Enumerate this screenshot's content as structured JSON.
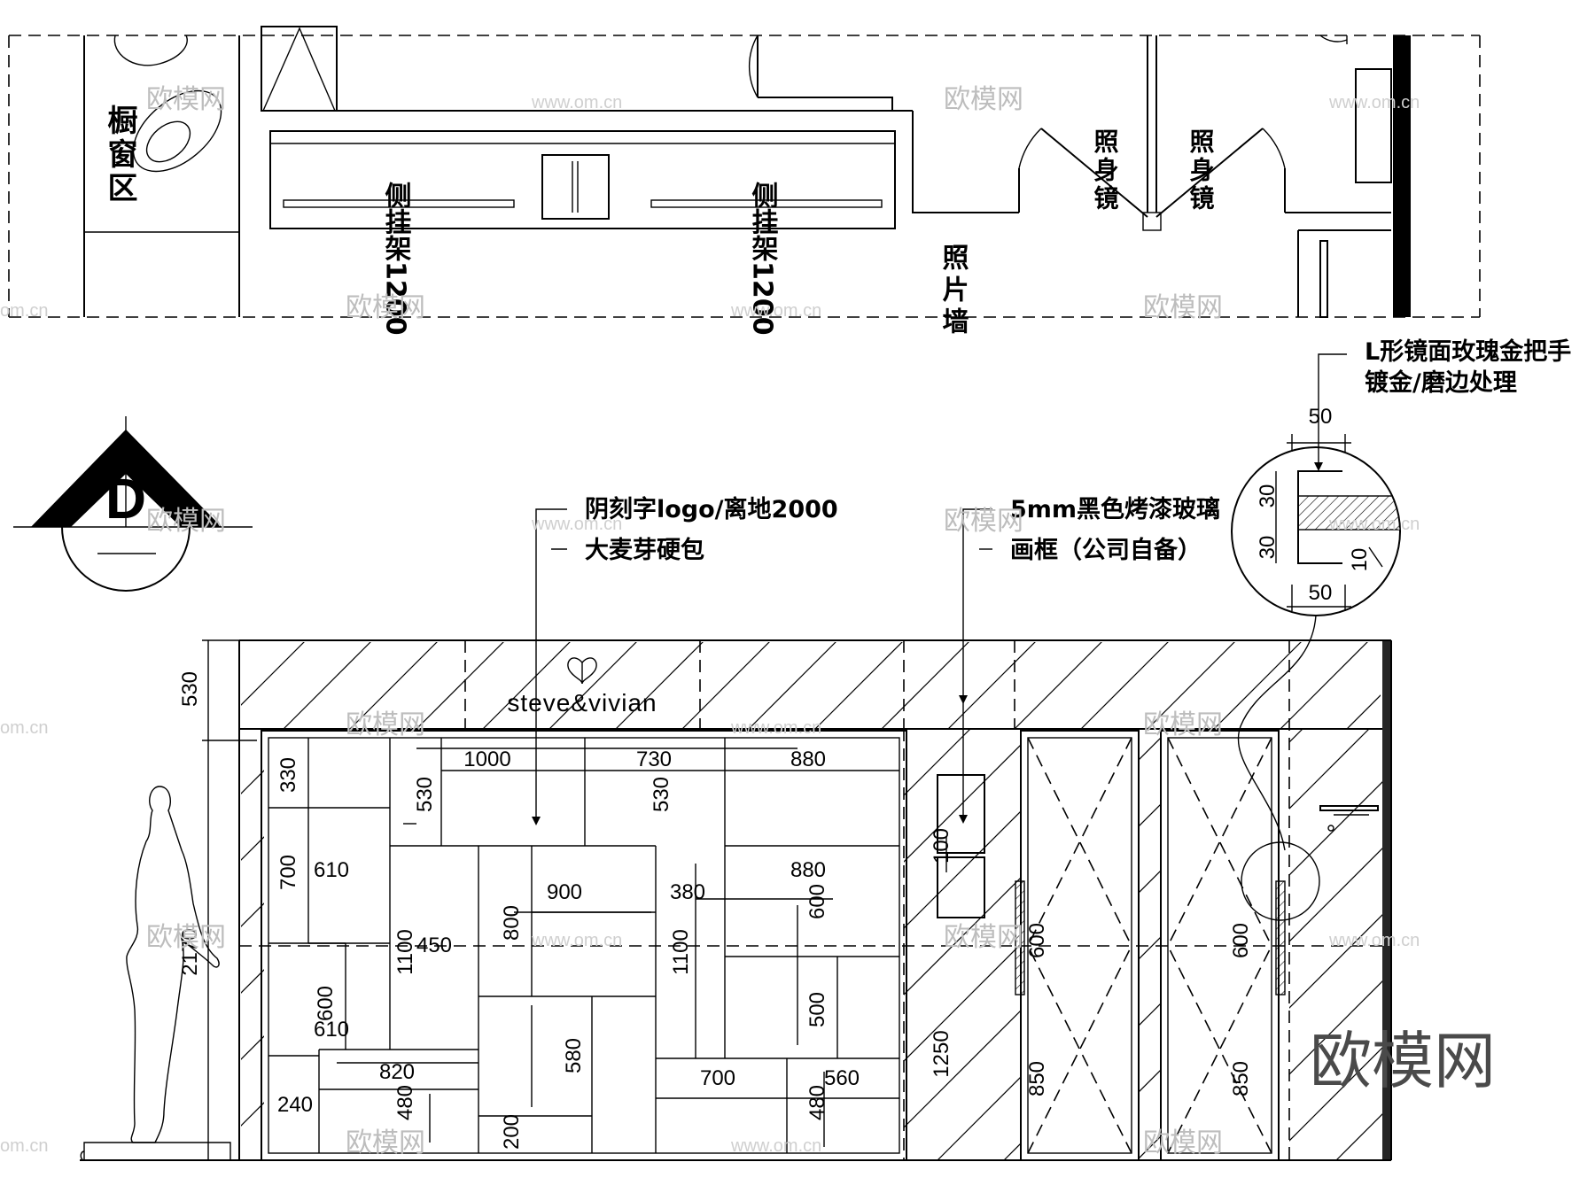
{
  "plan": {
    "window_zone": "橱窗区",
    "side_rack_1": "侧挂架1200",
    "side_rack_2": "侧挂架1200",
    "photo_wall": "照片墙",
    "mirror_1": "照身镜",
    "mirror_2": "照身镜"
  },
  "section_marker": {
    "letter": "D"
  },
  "callouts": {
    "logo_line1": "阴刻字logo/离地2000",
    "logo_line2": "大麦芽硬包",
    "glass_line1": "5mm黑色烤漆玻璃",
    "glass_line2": "画框（公司自备）",
    "handle_line1": "L形镜面玫瑰金把手",
    "handle_line2": "镀金/磨边处理"
  },
  "brand": {
    "name": "steve&vivian"
  },
  "detail_dims": [
    "50",
    "30",
    "30",
    "10",
    "50"
  ],
  "elevation_dims": {
    "height_530": "530",
    "height_2170": "2170",
    "cells": [
      "330",
      "1000",
      "730",
      "880",
      "530",
      "530",
      "700",
      "610",
      "900",
      "380",
      "880",
      "800",
      "600",
      "1100",
      "450",
      "1100",
      "600",
      "610",
      "500",
      "580",
      "820",
      "700",
      "560",
      "240",
      "480",
      "480",
      "200"
    ],
    "frame_100": "100",
    "frame_1250": "1250",
    "door_600_a": "600",
    "door_850_a": "850",
    "door_600_b": "600",
    "door_850_b": "850"
  },
  "watermark": {
    "logo": "欧模网",
    "url": "www.om.cn",
    "url_short": "om.cn"
  }
}
